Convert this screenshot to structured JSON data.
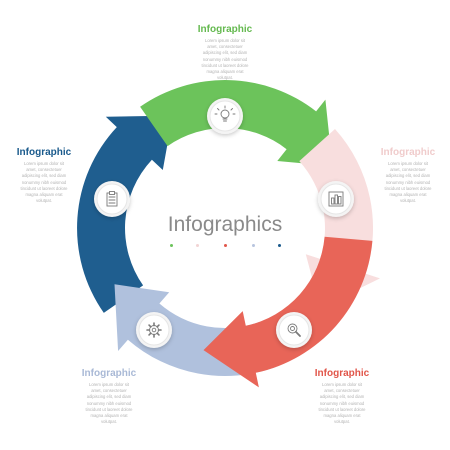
{
  "center": {
    "title": "Infographics",
    "dot_colors": [
      "#6cc35b",
      "#f2d4d4",
      "#e1564a",
      "#b7c4de",
      "#1a5a8c"
    ]
  },
  "colors": {
    "green": "#6cc35b",
    "pink": "#f8dede",
    "red": "#e86558",
    "lightblue": "#b0c1dd",
    "darkblue": "#1f5e8f"
  },
  "sections": [
    {
      "key": "green",
      "title": "Infographic",
      "color": "#64b94f",
      "icon": "lightbulb-icon",
      "body": "Lorem ipsum dolor sit amet, consectetuer adipiscing elit, sed diam nonummy nibh euismod tincidunt ut laoreet dolore magna aliquam erat volutpat."
    },
    {
      "key": "pink",
      "title": "Infographic",
      "color": "#f0cccc",
      "icon": "bar-chart-icon",
      "body": "Lorem ipsum dolor sit amet, consectetuer adipiscing elit, sed diam nonummy nibh euismod tincidunt ut laoreet dolore magna aliquam erat volutpat."
    },
    {
      "key": "red",
      "title": "Infographic",
      "color": "#e1564a",
      "icon": "search-icon",
      "body": "Lorem ipsum dolor sit amet, consectetuer adipiscing elit, sed diam nonummy nibh euismod tincidunt ut laoreet dolore magna aliquam erat volutpat."
    },
    {
      "key": "lightblue",
      "title": "Infographic",
      "color": "#a9b9d6",
      "icon": "gear-icon",
      "body": "Lorem ipsum dolor sit amet, consectetuer adipiscing elit, sed diam nonummy nibh euismod tincidunt ut laoreet dolore magna aliquam erat volutpat."
    },
    {
      "key": "darkblue",
      "title": "Infographic",
      "color": "#1a5a8c",
      "icon": "clipboard-icon",
      "body": "Lorem ipsum dolor sit amet, consectetuer adipiscing elit, sed diam nonummy nibh euismod tincidunt ut laoreet dolore magna aliquam erat volutpat."
    }
  ]
}
